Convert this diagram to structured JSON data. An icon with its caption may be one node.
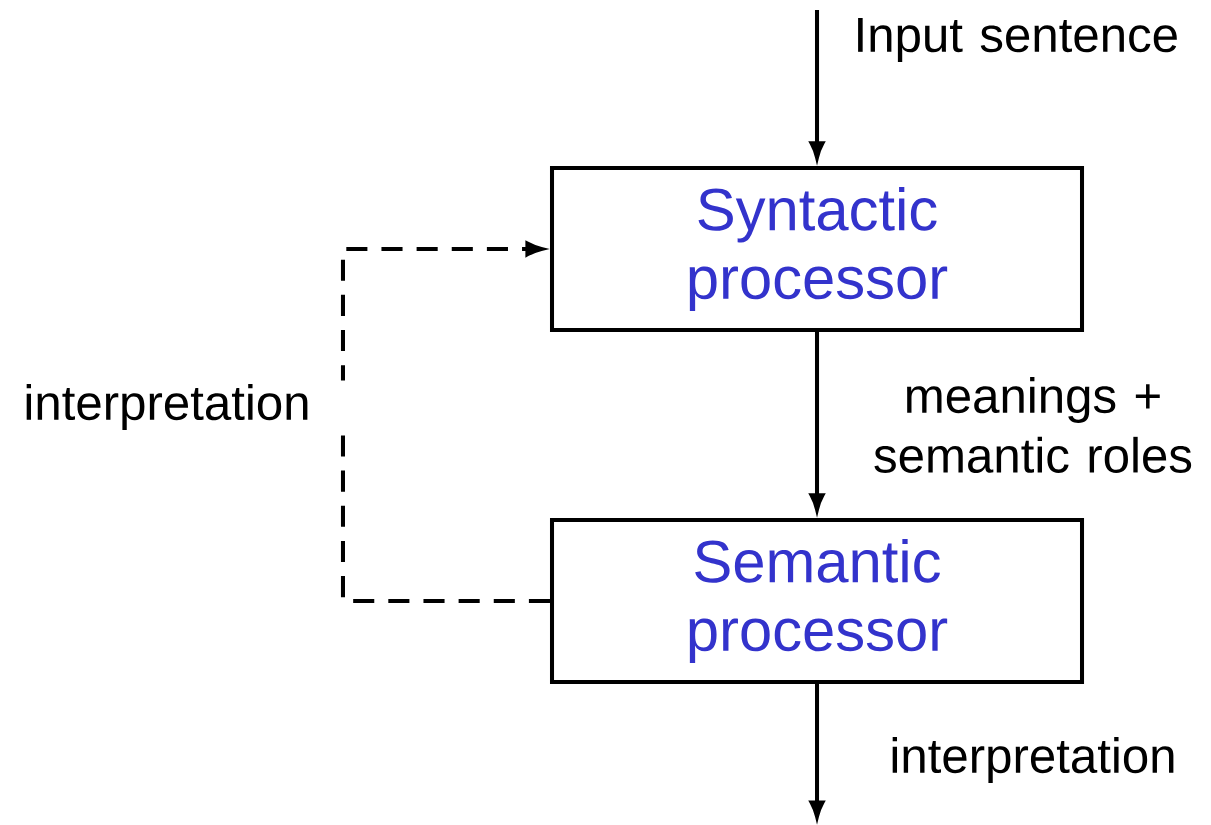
{
  "diagram": {
    "nodes": [
      {
        "text": [
          "Syntactic processor"
        ]
      },
      {
        "text": [
          "Semantic processor"
        ]
      }
    ],
    "edges": [
      {
        "from": null,
        "to": 0,
        "arrow": "to",
        "label": "Input sentence"
      },
      {
        "from": 0,
        "to": 1,
        "arrow": "to",
        "label": "meanings + semantic roles"
      },
      {
        "from": 1,
        "to": null,
        "arrow": "to",
        "label": "interpretation"
      },
      {
        "from": 1,
        "to": 0,
        "arrow": "to",
        "label": "interpretation",
        "style": "dashed"
      }
    ]
  }
}
